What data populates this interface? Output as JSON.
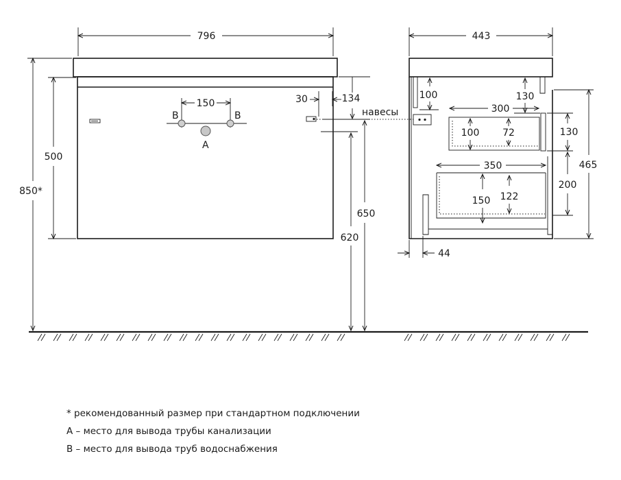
{
  "front_view": {
    "width_label": "796",
    "height_total_label": "850*",
    "body_height_label": "500",
    "pipe_spacing_label": "150",
    "hinge_offset_label": "30",
    "top_offset_label": "134",
    "height_650_label": "650",
    "height_620_label": "620",
    "supply_left_label": "B",
    "supply_right_label": "B",
    "drain_label": "A"
  },
  "side_view": {
    "depth_label": "443",
    "hinges_label": "навесы",
    "upper_gap_label": "100",
    "upper_right_label": "130",
    "upper_drawer_depth_label": "300",
    "upper_drawer_outer_label": "100",
    "upper_drawer_inner_label": "72",
    "upper_front_label": "130",
    "lower_drawer_depth_label": "350",
    "lower_drawer_outer_label": "150",
    "lower_drawer_inner_label": "122",
    "lower_front_label": "200",
    "body_height_label": "465",
    "bottom_offset_label": "44"
  },
  "notes": {
    "line1": "* рекомендованный размер при стандартном подключении",
    "line2": "А – место для вывода трубы канализации",
    "line3": "В – место для вывода труб водоснабжения"
  }
}
